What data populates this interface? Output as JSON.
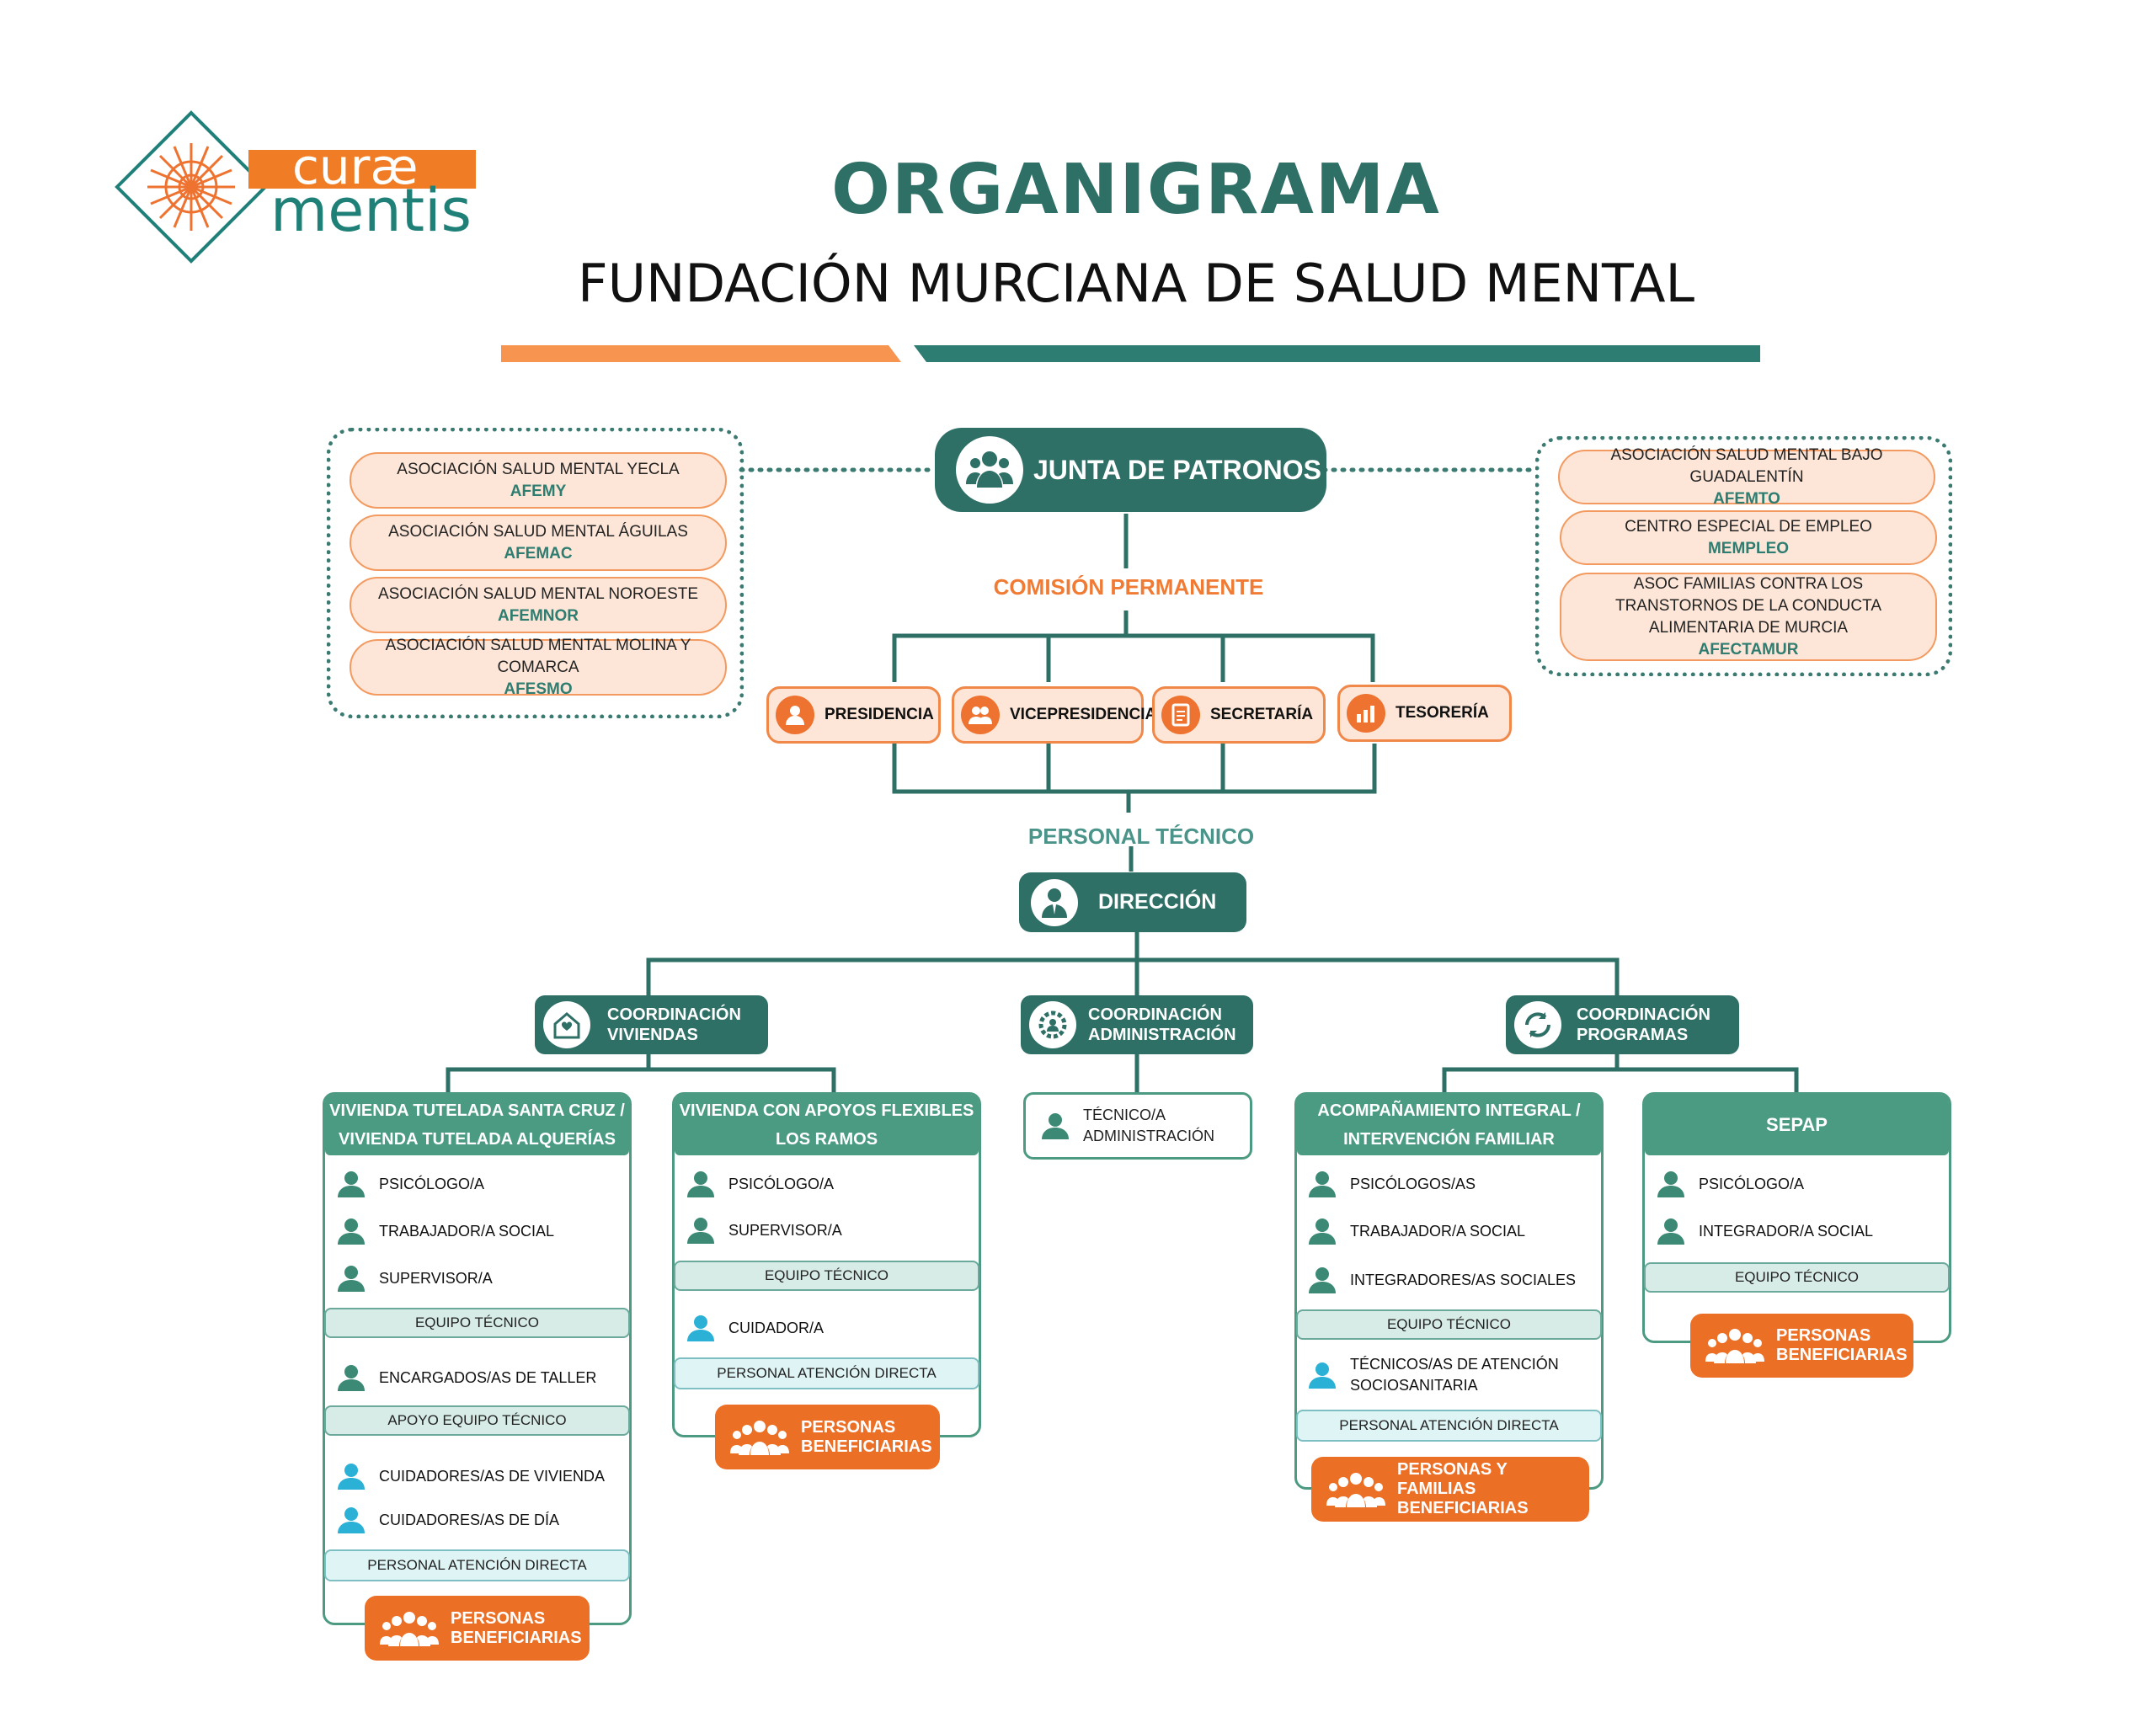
{
  "logo": {
    "line1": "curæ",
    "line2": "mentis"
  },
  "title": "ORGANIGRAMA",
  "subtitle": "FUNDACIÓN MURCIANA DE SALUD MENTAL",
  "colors": {
    "teal": "#2e6f66",
    "orange": "#ee7330",
    "peach": "#fde6d7",
    "green": "#4b9a82"
  },
  "junta": {
    "label": "JUNTA DE PATRONOS",
    "icon": "group-icon"
  },
  "left_associations": [
    {
      "name": "ASOCIACIÓN SALUD MENTAL YECLA",
      "abbr": "AFEMY"
    },
    {
      "name": "ASOCIACIÓN SALUD MENTAL ÁGUILAS",
      "abbr": "AFEMAC"
    },
    {
      "name": "ASOCIACIÓN SALUD MENTAL NOROESTE",
      "abbr": "AFEMNOR"
    },
    {
      "name": "ASOCIACIÓN SALUD MENTAL MOLINA Y COMARCA",
      "abbr": "AFESMO"
    }
  ],
  "right_associations": [
    {
      "name": "ASOCIACIÓN SALUD MENTAL BAJO GUADALENTÍN",
      "abbr": "AFEMTO"
    },
    {
      "name": "CENTRO ESPECIAL DE EMPLEO",
      "abbr": "MEMPLEO"
    },
    {
      "name": "ASOC FAMILIAS CONTRA LOS TRANSTORNOS DE LA CONDUCTA ALIMENTARIA DE MURCIA",
      "abbr": "AFECTAMUR"
    }
  ],
  "comision": "COMISIÓN PERMANENTE",
  "cargos": [
    {
      "label": "PRESIDENCIA",
      "icon": "person-icon"
    },
    {
      "label": "VICEPRESIDENCIA",
      "icon": "people-icon"
    },
    {
      "label": "SECRETARÍA",
      "icon": "document-icon"
    },
    {
      "label": "TESORERÍA",
      "icon": "finance-chart-icon"
    }
  ],
  "personal_tecnico": "PERSONAL TÉCNICO",
  "direccion": {
    "label": "DIRECCIÓN",
    "icon": "manager-icon"
  },
  "coordinaciones": [
    {
      "line1": "COORDINACIÓN",
      "line2": "VIVIENDAS",
      "icon": "house-icon"
    },
    {
      "line1": "COORDINACIÓN",
      "line2": "ADMINISTRACIÓN",
      "icon": "gear-person-icon"
    },
    {
      "line1": "COORDINACIÓN",
      "line2": "PROGRAMAS",
      "icon": "cycle-icon"
    }
  ],
  "teams": {
    "vivienda_tutelada": {
      "title1": "VIVIENDA TUTELADA SANTA CRUZ /",
      "title2": "VIVIENDA TUTELADA ALQUERÍAS",
      "roles1": [
        "PSICÓLOGO/A",
        "TRABAJADOR/A SOCIAL",
        "SUPERVISOR/A"
      ],
      "band1": "EQUIPO TÉCNICO",
      "roles2": [
        "ENCARGADOS/AS DE TALLER"
      ],
      "band2": "APOYO EQUIPO TÉCNICO",
      "roles3": [
        "CUIDADORES/AS DE VIVIENDA",
        "CUIDADORES/AS DE DÍA"
      ],
      "band3": "PERSONAL ATENCIÓN DIRECTA",
      "benef1": "PERSONAS",
      "benef2": "BENEFICIARIAS"
    },
    "vivienda_apoyos": {
      "title1": "VIVIENDA CON APOYOS FLEXIBLES",
      "title2": "LOS RAMOS",
      "roles1": [
        "PSICÓLOGO/A",
        "SUPERVISOR/A"
      ],
      "band1": "EQUIPO TÉCNICO",
      "roles2": [
        "CUIDADOR/A"
      ],
      "band2": "PERSONAL ATENCIÓN DIRECTA",
      "benef1": "PERSONAS",
      "benef2": "BENEFICIARIAS"
    },
    "administracion": {
      "line1": "TÉCNICO/A",
      "line2": "ADMINISTRACIÓN"
    },
    "acompanamiento": {
      "title1": "ACOMPAÑAMIENTO INTEGRAL /",
      "title2": "INTERVENCIÓN FAMILIAR",
      "roles1": [
        "PSICÓLOGOS/AS",
        "TRABAJADOR/A SOCIAL",
        "INTEGRADORES/AS SOCIALES"
      ],
      "band1": "EQUIPO TÉCNICO",
      "roles2_line1": "TÉCNICOS/AS DE ATENCIÓN",
      "roles2_line2": "SOCIOSANITARIA",
      "band2": "PERSONAL ATENCIÓN DIRECTA",
      "benef1": "PERSONAS Y FAMILIAS",
      "benef2": "BENEFICIARIAS"
    },
    "sepap": {
      "title": "SEPAP",
      "roles1": [
        "PSICÓLOGO/A",
        "INTEGRADOR/A SOCIAL"
      ],
      "band1": "EQUIPO TÉCNICO",
      "benef1": "PERSONAS",
      "benef2": "BENEFICIARIAS"
    }
  }
}
